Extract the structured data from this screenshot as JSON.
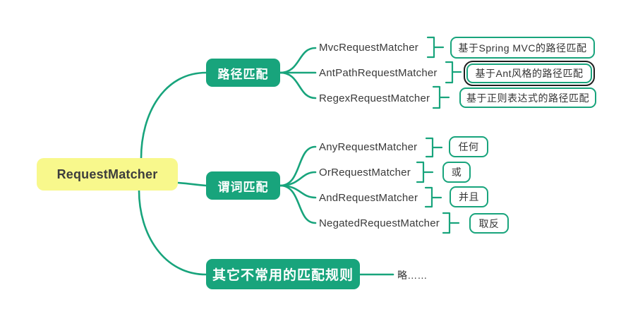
{
  "diagram": {
    "title": "RequestMatcher mind map",
    "colors": {
      "accent_green": "#18A47C",
      "root_yellow": "#F8F88C",
      "leaf_border_green": "#18A47C",
      "selected_outline_black": "#1F1F1F",
      "text_dark": "#333333",
      "branch_text_white": "#FFFFFF"
    },
    "root": {
      "label": "RequestMatcher"
    },
    "branches": [
      {
        "label": "路径匹配",
        "children": [
          {
            "label": "MvcRequestMatcher",
            "leaf": "基于Spring MVC的路径匹配"
          },
          {
            "label": "AntPathRequestMatcher",
            "leaf": "基于Ant风格的路径匹配",
            "selected": true
          },
          {
            "label": "RegexRequestMatcher",
            "leaf": "基于正则表达式的路径匹配"
          }
        ]
      },
      {
        "label": "谓词匹配",
        "children": [
          {
            "label": "AnyRequestMatcher",
            "leaf": "任何"
          },
          {
            "label": "OrRequestMatcher",
            "leaf": "或"
          },
          {
            "label": "AndRequestMatcher",
            "leaf": "并且"
          },
          {
            "label": "NegatedRequestMatcher",
            "leaf": "取反"
          }
        ]
      },
      {
        "label": "其它不常用的匹配规则",
        "children": [
          {
            "label": "略……"
          }
        ]
      }
    ]
  }
}
